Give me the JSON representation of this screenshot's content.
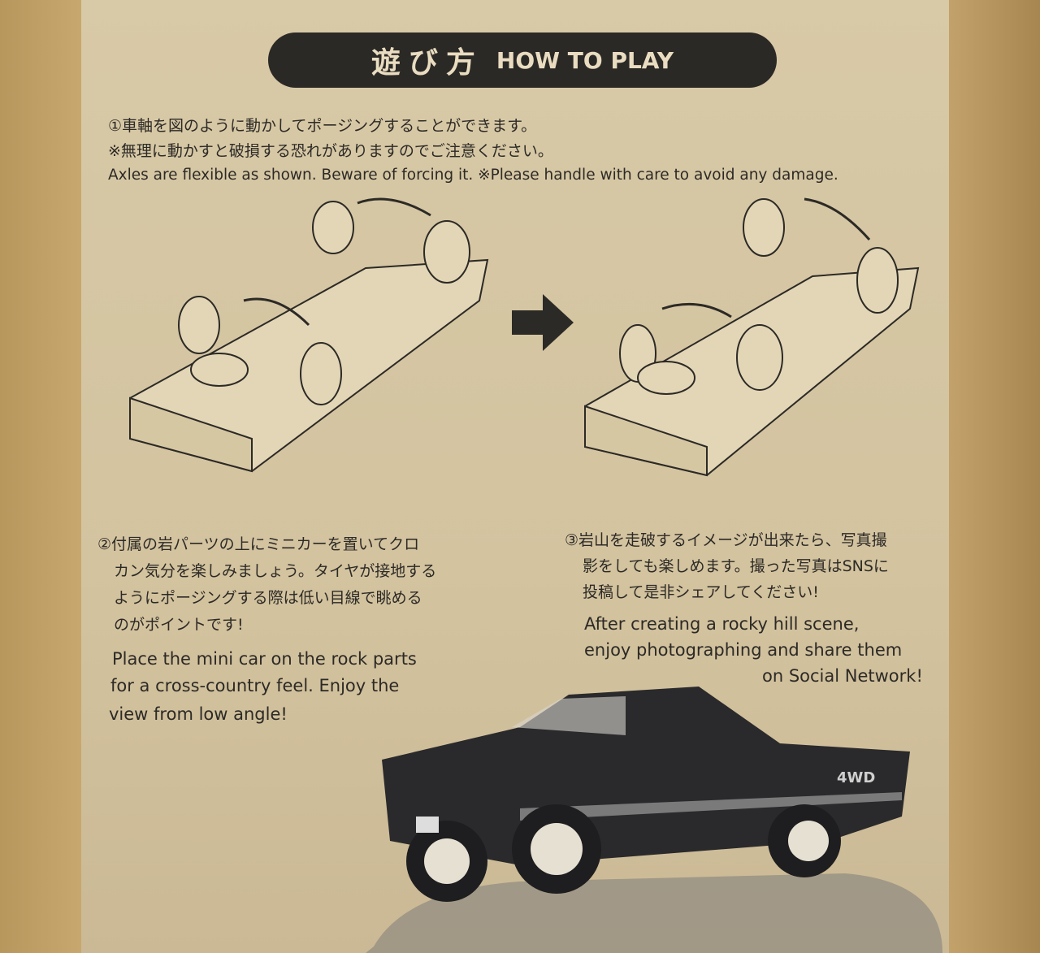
{
  "title": {
    "jp": "遊び方",
    "en": "HOW TO PLAY"
  },
  "step1": {
    "jp1": "①車軸を図のように動かしてポージングすることができます。",
    "jp2": "※無理に動かすと破損する恐れがありますのでご注意ください。",
    "en": "Axles are flexible as shown. Beware of forcing it. ※Please handle with care to avoid any damage."
  },
  "step2": {
    "jp": [
      "②付属の岩パーツの上にミニカーを置いてクロ",
      "カン気分を楽しみましょう。タイヤが接地する",
      "ようにポージングする際は低い目線で眺める",
      "のがポイントです!"
    ],
    "en": [
      "Place the mini car on the rock parts",
      "for a cross-country feel. Enjoy the",
      "view from low angle!"
    ]
  },
  "step3": {
    "jp": [
      "③岩山を走破するイメージが出来たら、写真撮",
      "影をしても楽しめます。撮った写真はSNSに",
      "投稿して是非シェアしてください!"
    ],
    "en": [
      "After creating a rocky hill scene,",
      "enjoy photographing and share them",
      "on Social Network!"
    ]
  },
  "truck_badge": "4WD"
}
